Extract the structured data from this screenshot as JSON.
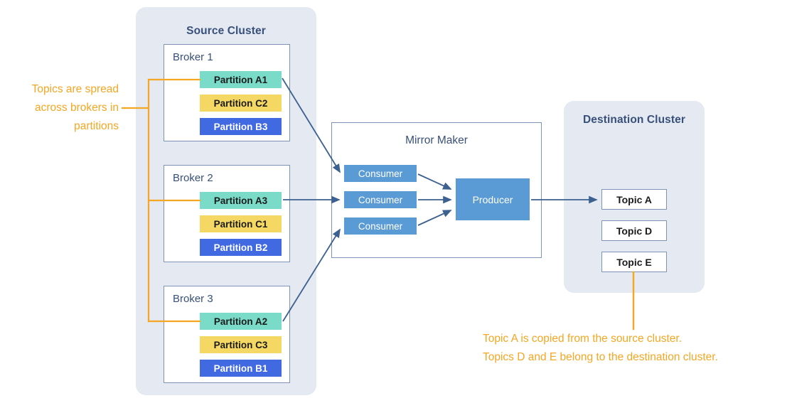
{
  "diagram": {
    "title": "Kafka Mirror Maker replication diagram",
    "colors": {
      "cluster_bg": "#e4e9f2",
      "box_border": "#7d93b8",
      "title_text": "#38507a",
      "partition_a": "#79dbc8",
      "partition_c": "#f5d863",
      "partition_b": "#4169e1",
      "node_blue": "#5b9bd5",
      "annotation_orange": "#f5a623",
      "arrow_blue": "#3c6090"
    }
  },
  "source_cluster": {
    "title": "Source Cluster",
    "brokers": [
      {
        "name": "Broker 1",
        "partitions": [
          {
            "label": "Partition A1",
            "kind": "a"
          },
          {
            "label": "Partition C2",
            "kind": "c"
          },
          {
            "label": "Partition B3",
            "kind": "b"
          }
        ]
      },
      {
        "name": "Broker 2",
        "partitions": [
          {
            "label": "Partition A3",
            "kind": "a"
          },
          {
            "label": "Partition C1",
            "kind": "c"
          },
          {
            "label": "Partition B2",
            "kind": "b"
          }
        ]
      },
      {
        "name": "Broker 3",
        "partitions": [
          {
            "label": "Partition A2",
            "kind": "a"
          },
          {
            "label": "Partition C3",
            "kind": "c"
          },
          {
            "label": "Partition B1",
            "kind": "b"
          }
        ]
      }
    ]
  },
  "mirror_maker": {
    "title": "Mirror Maker",
    "consumers": [
      {
        "label": "Consumer"
      },
      {
        "label": "Consumer"
      },
      {
        "label": "Consumer"
      }
    ],
    "producer": {
      "label": "Producer"
    }
  },
  "destination_cluster": {
    "title": "Destination Cluster",
    "topics": [
      {
        "label": "Topic A"
      },
      {
        "label": "Topic D"
      },
      {
        "label": "Topic E"
      }
    ]
  },
  "annotations": {
    "left": "Topics are spread\nacross brokers in\npartitions",
    "bottom": "Topic A is copied from the source cluster.\nTopics D and E belong to the destination cluster."
  }
}
